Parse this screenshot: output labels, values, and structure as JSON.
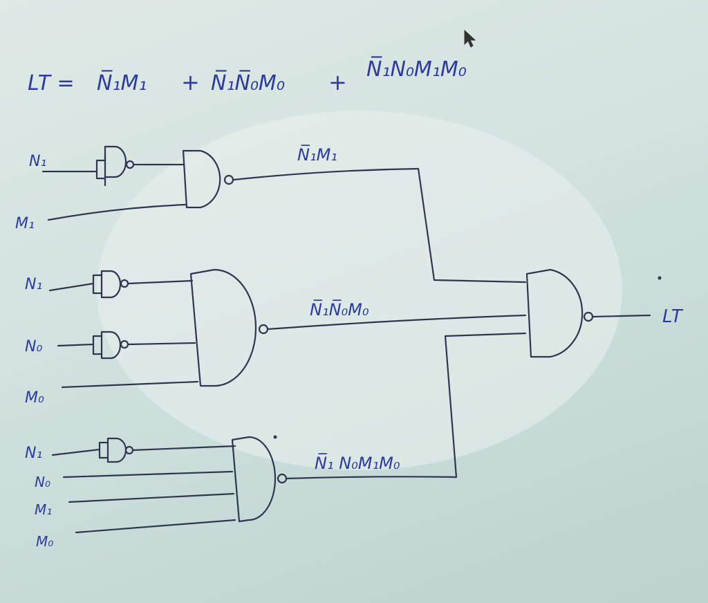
{
  "equation": {
    "lhs": "LT =",
    "term1": "N̅₁M₁",
    "plus1": "+",
    "term2": "N̅₁N̅₀M₀",
    "plus2": "+",
    "term3": "N̅₁N₀M₁M₀"
  },
  "inputs": {
    "g1": [
      "N₁",
      "M₁"
    ],
    "g2": [
      "N₁",
      "N₀",
      "M₀"
    ],
    "g3": [
      "N₁",
      "N₀",
      "M₁",
      "M₀"
    ]
  },
  "wire_labels": {
    "w1": "N̅₁M₁",
    "w2": "N̅₁N̅₀M₀",
    "w3": "N̅₁ N₀M₁M₀"
  },
  "output": "LT",
  "colors": {
    "ink": "#2f3550",
    "pen_blue": "#2c3aa0",
    "paper": "#d3e3df"
  }
}
